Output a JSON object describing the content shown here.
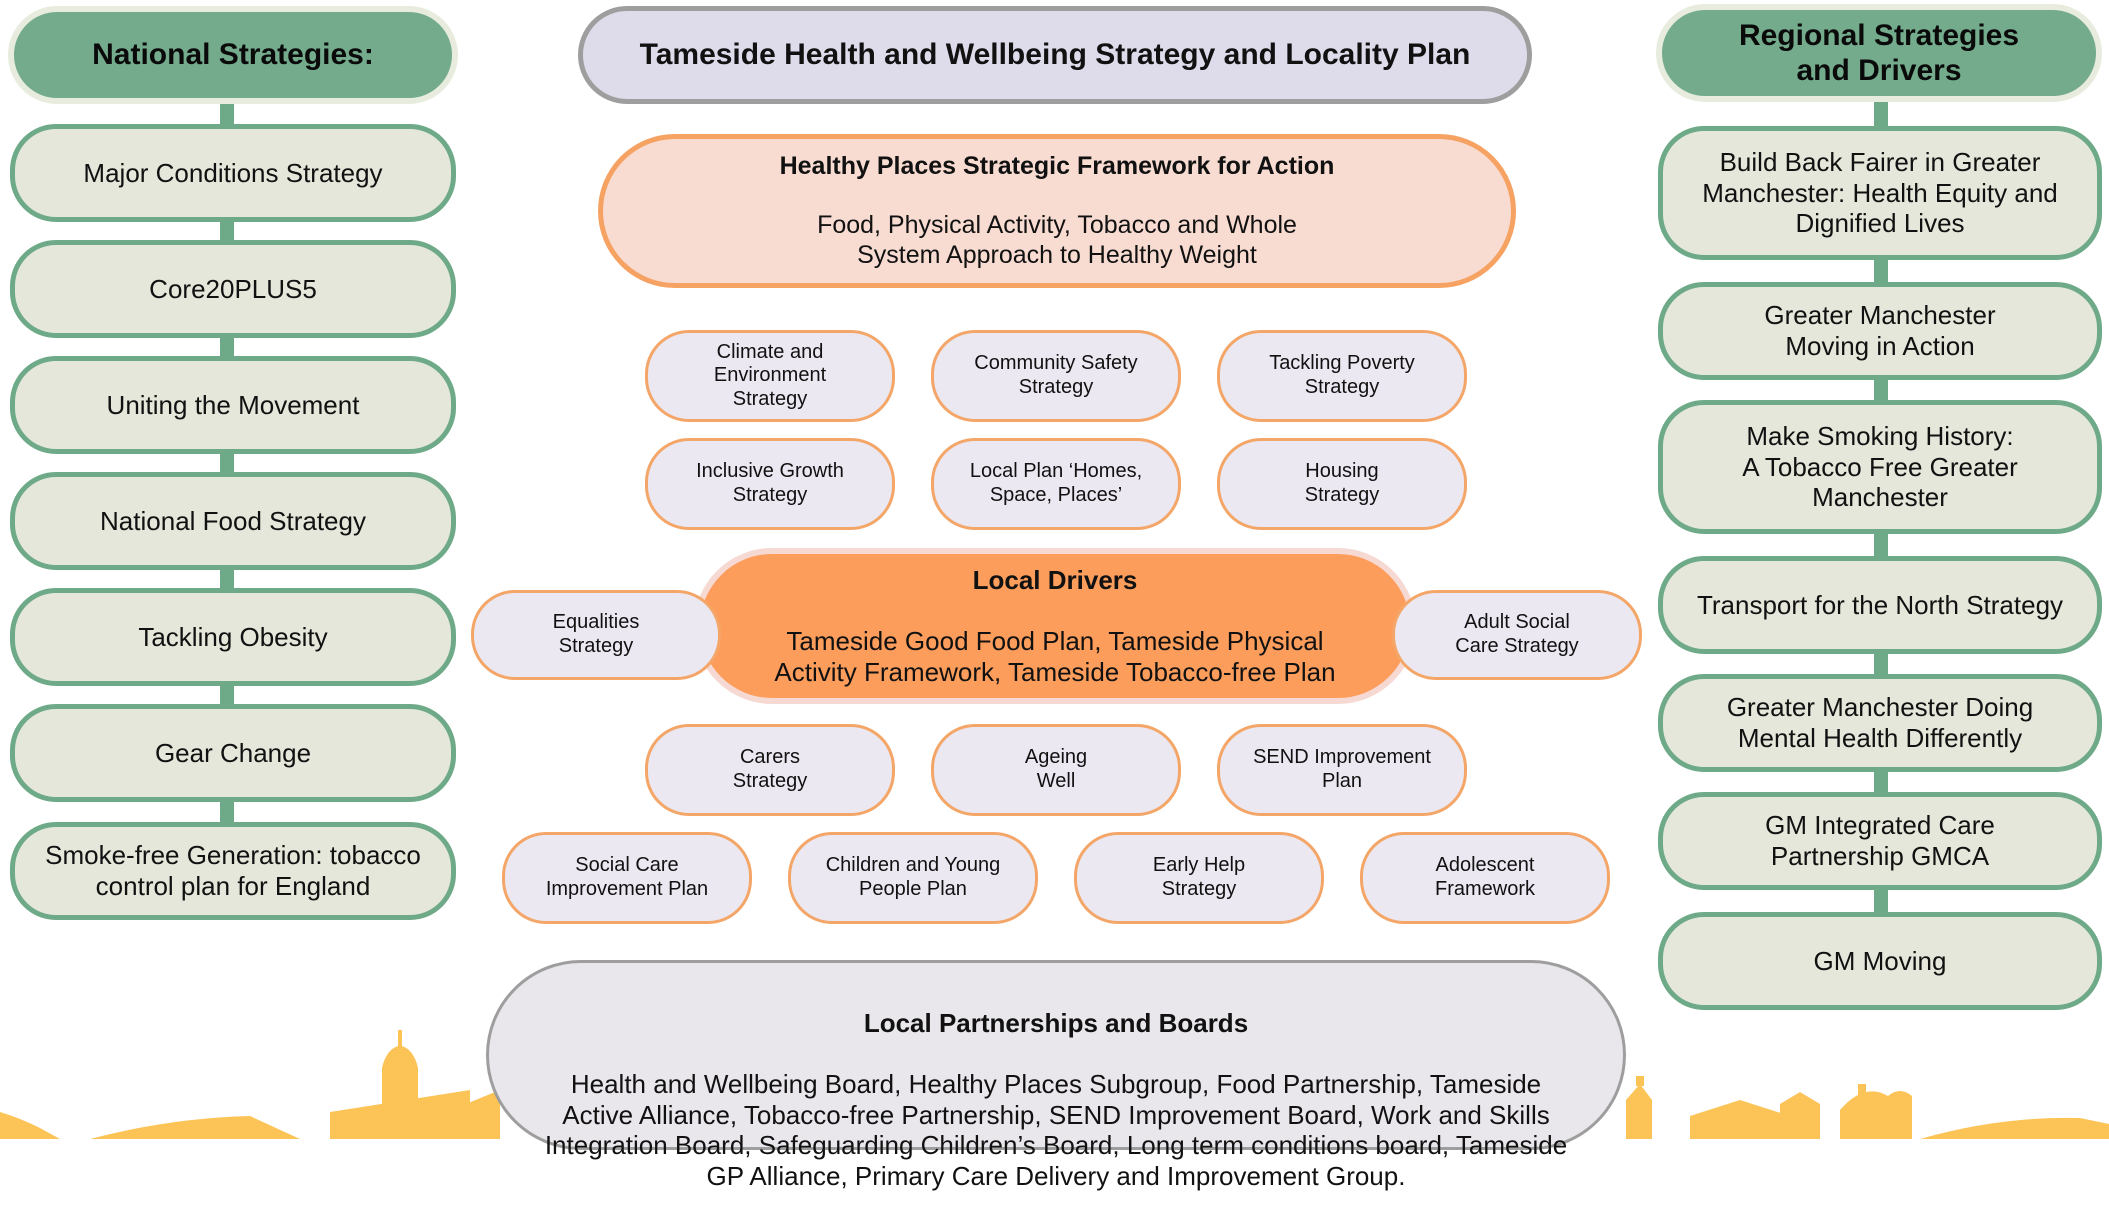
{
  "title": "Tameside Health and Wellbeing Strategy and Locality Plan",
  "national": {
    "header": "National Strategies:",
    "items": [
      "Major Conditions Strategy",
      "Core20PLUS5",
      "Uniting the Movement",
      "National Food Strategy",
      "Tackling Obesity",
      "Gear Change",
      "Smoke-free Generation: tobacco\ncontrol plan for England"
    ]
  },
  "regional": {
    "header": "Regional Strategies\nand Drivers",
    "items": [
      "Build Back Fairer in Greater\nManchester: Health Equity and\nDignified Lives",
      "Greater Manchester\nMoving in Action",
      "Make Smoking History:\nA Tobacco Free Greater\nManchester",
      "Transport for the North Strategy",
      "Greater Manchester Doing\nMental Health Differently",
      "GM Integrated Care\nPartnership GMCA",
      "GM Moving"
    ]
  },
  "framework": {
    "heading": "Healthy Places Strategic Framework for Action",
    "body": "Food, Physical Activity, Tobacco and Whole\nSystem Approach to Healthy Weight"
  },
  "upper_strategies": [
    "Climate and\nEnvironment\nStrategy",
    "Community Safety\nStrategy",
    "Tackling Poverty\nStrategy",
    "Inclusive Growth\nStrategy",
    "Local Plan ‘Homes,\nSpace, Places’",
    "Housing\nStrategy"
  ],
  "drivers": {
    "heading": "Local Drivers",
    "body": "Tameside Good Food Plan, Tameside Physical\nActivity Framework, Tameside Tobacco-free Plan",
    "left": "Equalities\nStrategy",
    "right": "Adult Social\nCare Strategy"
  },
  "lower_strategies": [
    "Carers\nStrategy",
    "Ageing\nWell",
    "SEND Improvement\nPlan",
    "Social Care\nImprovement Plan",
    "Children and Young\nPeople Plan",
    "Early Help\nStrategy",
    "Adolescent\nFramework"
  ],
  "partnerships": {
    "heading": "Local Partnerships and Boards",
    "body": "Health and Wellbeing Board, Healthy Places Subgroup, Food Partnership, Tameside\nActive Alliance, Tobacco-free Partnership, SEND Improvement Board, Work and Skills\nIntegration Board, Safeguarding Children’s Board, Long term conditions board, Tameside\nGP Alliance, Primary Care Delivery and Improvement Group."
  },
  "colors": {
    "side_green": "#73ab8c",
    "side_fill": "#e4e7da",
    "orange": "#fd9d5c",
    "peach": "#f8dcd2",
    "lavender": "#ebe8f1",
    "skyline": "#fcc457"
  }
}
